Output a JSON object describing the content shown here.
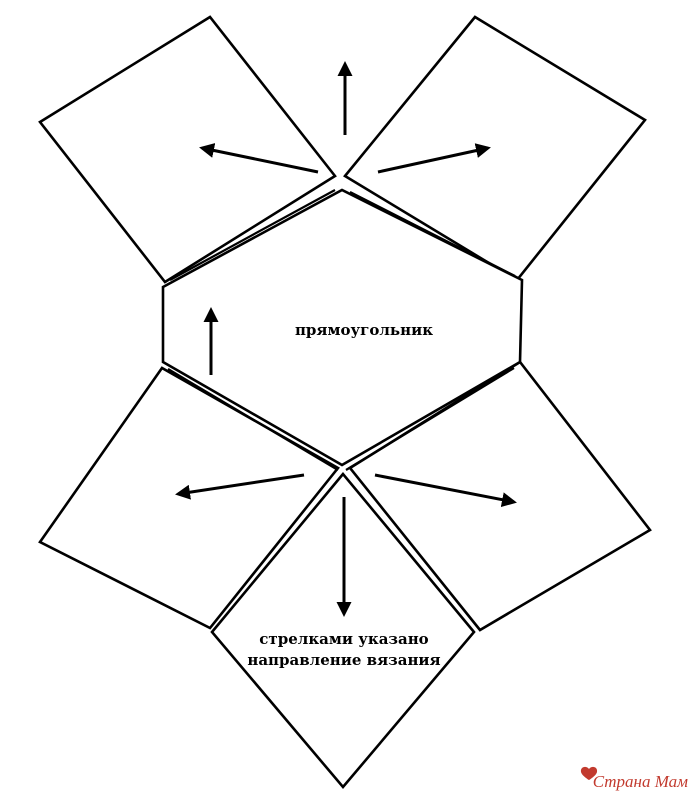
{
  "labels": {
    "center": "прямоугольник",
    "note_line1": "стрелками указано",
    "note_line2": "направление вязания"
  },
  "watermark": {
    "text": "Страна Мам"
  },
  "colors": {
    "line": "#000000",
    "background": "#ffffff",
    "watermark": "#c23a2e"
  },
  "shapes": [
    "hexagon",
    "square-top-left",
    "square-top-right",
    "square-bottom-left",
    "square-bottom-right",
    "square-bottom-center"
  ],
  "arrows": [
    "arrow-top-up",
    "arrow-top-left",
    "arrow-top-right",
    "arrow-hexagon-up",
    "arrow-bottom-left",
    "arrow-bottom-right",
    "arrow-bottom-down"
  ]
}
